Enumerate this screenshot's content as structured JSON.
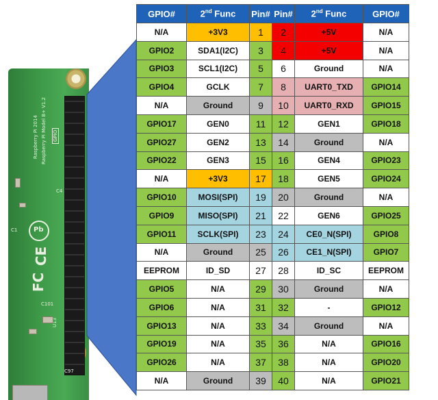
{
  "colors": {
    "header": "#1f63b8",
    "white": "#ffffff",
    "green": "#92c94a",
    "orange": "#ffbe00",
    "red": "#f40000",
    "gray": "#bdbdbd",
    "pink": "#e6b0b2",
    "blue": "#a4d4e0",
    "wedge": "#4a77c8"
  },
  "table": {
    "headers": {
      "gpio_left": "GPIO#",
      "func_left_prefix": "2",
      "func_left_sup": "nd",
      "func_left_suffix": " Func",
      "pin_left": "Pin#",
      "pin_right": "Pin#",
      "func_right_prefix": "2",
      "func_right_sup": "nd",
      "func_right_suffix": " Func",
      "gpio_right": "GPIO#"
    },
    "rows": [
      {
        "lg": "N/A",
        "lgc": "white",
        "lf": "+3V3",
        "lfc": "orange",
        "lp": "1",
        "lpc": "orange",
        "rp": "2",
        "rpc": "red",
        "rf": "+5V",
        "rfc": "red",
        "rg": "N/A",
        "rgc": "white"
      },
      {
        "lg": "GPIO2",
        "lgc": "green",
        "lf": "SDA1(I2C)",
        "lfc": "white",
        "lp": "3",
        "lpc": "green",
        "rp": "4",
        "rpc": "red",
        "rf": "+5V",
        "rfc": "red",
        "rg": "N/A",
        "rgc": "white"
      },
      {
        "lg": "GPIO3",
        "lgc": "green",
        "lf": "SCL1(I2C)",
        "lfc": "white",
        "lp": "5",
        "lpc": "green",
        "rp": "6",
        "rpc": "white",
        "rf": "Ground",
        "rfc": "white",
        "rg": "N/A",
        "rgc": "white"
      },
      {
        "lg": "GPIO4",
        "lgc": "green",
        "lf": "GCLK",
        "lfc": "white",
        "lp": "7",
        "lpc": "green",
        "rp": "8",
        "rpc": "pink",
        "rf": "UART0_TXD",
        "rfc": "pink",
        "rg": "GPIO14",
        "rgc": "green"
      },
      {
        "lg": "N/A",
        "lgc": "white",
        "lf": "Ground",
        "lfc": "gray",
        "lp": "9",
        "lpc": "gray",
        "rp": "10",
        "rpc": "pink",
        "rf": "UART0_RXD",
        "rfc": "pink",
        "rg": "GPIO15",
        "rgc": "green"
      },
      {
        "lg": "GPIO17",
        "lgc": "green",
        "lf": "GEN0",
        "lfc": "white",
        "lp": "11",
        "lpc": "green",
        "rp": "12",
        "rpc": "green",
        "rf": "GEN1",
        "rfc": "white",
        "rg": "GPIO18",
        "rgc": "green"
      },
      {
        "lg": "GPIO27",
        "lgc": "green",
        "lf": "GEN2",
        "lfc": "white",
        "lp": "13",
        "lpc": "green",
        "rp": "14",
        "rpc": "gray",
        "rf": "Ground",
        "rfc": "gray",
        "rg": "N/A",
        "rgc": "white"
      },
      {
        "lg": "GPIO22",
        "lgc": "green",
        "lf": "GEN3",
        "lfc": "white",
        "lp": "15",
        "lpc": "green",
        "rp": "16",
        "rpc": "green",
        "rf": "GEN4",
        "rfc": "white",
        "rg": "GPIO23",
        "rgc": "green"
      },
      {
        "lg": "N/A",
        "lgc": "white",
        "lf": "+3V3",
        "lfc": "orange",
        "lp": "17",
        "lpc": "orange",
        "rp": "18",
        "rpc": "green",
        "rf": "GEN5",
        "rfc": "white",
        "rg": "GPIO24",
        "rgc": "green"
      },
      {
        "lg": "GPIO10",
        "lgc": "green",
        "lf": "MOSI(SPI)",
        "lfc": "blue",
        "lp": "19",
        "lpc": "blue",
        "rp": "20",
        "rpc": "gray",
        "rf": "Ground",
        "rfc": "gray",
        "rg": "N/A",
        "rgc": "white"
      },
      {
        "lg": "GPIO9",
        "lgc": "green",
        "lf": "MISO(SPI)",
        "lfc": "blue",
        "lp": "21",
        "lpc": "blue",
        "rp": "22",
        "rpc": "white",
        "rf": "GEN6",
        "rfc": "white",
        "rg": "GPIO25",
        "rgc": "green"
      },
      {
        "lg": "GPIO11",
        "lgc": "green",
        "lf": "SCLK(SPI)",
        "lfc": "blue",
        "lp": "23",
        "lpc": "blue",
        "rp": "24",
        "rpc": "blue",
        "rf": "CE0_N(SPI)",
        "rfc": "blue",
        "rg": "GPIO8",
        "rgc": "green"
      },
      {
        "lg": "N/A",
        "lgc": "white",
        "lf": "Ground",
        "lfc": "gray",
        "lp": "25",
        "lpc": "gray",
        "rp": "26",
        "rpc": "blue",
        "rf": "CE1_N(SPI)",
        "rfc": "blue",
        "rg": "GPIO7",
        "rgc": "green"
      },
      {
        "lg": "EEPROM",
        "lgc": "white",
        "lf": "ID_SD",
        "lfc": "white",
        "lp": "27",
        "lpc": "white",
        "rp": "28",
        "rpc": "white",
        "rf": "ID_SC",
        "rfc": "white",
        "rg": "EEPROM",
        "rgc": "white"
      },
      {
        "lg": "GPIO5",
        "lgc": "green",
        "lf": "N/A",
        "lfc": "white",
        "lp": "29",
        "lpc": "green",
        "rp": "30",
        "rpc": "gray",
        "rf": "Ground",
        "rfc": "gray",
        "rg": "N/A",
        "rgc": "white"
      },
      {
        "lg": "GPIO6",
        "lgc": "green",
        "lf": "N/A",
        "lfc": "white",
        "lp": "31",
        "lpc": "green",
        "rp": "32",
        "rpc": "green",
        "rf": "-",
        "rfc": "white",
        "rg": "GPIO12",
        "rgc": "green"
      },
      {
        "lg": "GPIO13",
        "lgc": "green",
        "lf": "N/A",
        "lfc": "white",
        "lp": "33",
        "lpc": "green",
        "rp": "34",
        "rpc": "gray",
        "rf": "Ground",
        "rfc": "gray",
        "rg": "N/A",
        "rgc": "white"
      },
      {
        "lg": "GPIO19",
        "lgc": "green",
        "lf": "N/A",
        "lfc": "white",
        "lp": "35",
        "lpc": "green",
        "rp": "36",
        "rpc": "green",
        "rf": "N/A",
        "rfc": "white",
        "rg": "GPIO16",
        "rgc": "green"
      },
      {
        "lg": "GPIO26",
        "lgc": "green",
        "lf": "N/A",
        "lfc": "white",
        "lp": "37",
        "lpc": "green",
        "rp": "38",
        "rpc": "green",
        "rf": "N/A",
        "rfc": "white",
        "rg": "GPIO20",
        "rgc": "green"
      },
      {
        "lg": "N/A",
        "lgc": "white",
        "lf": "Ground",
        "lfc": "gray",
        "lp": "39",
        "lpc": "gray",
        "rp": "40",
        "rpc": "green",
        "rf": "N/A",
        "rfc": "white",
        "rg": "GPIO21",
        "rgc": "green"
      }
    ]
  },
  "board": {
    "silk_top": "Raspberry Pi Model B+ V1.2",
    "silk_year": "Raspberry Pi 2014",
    "silk_gpio": "GPIO",
    "silk_c1": "C1",
    "silk_c4": "C4",
    "silk_c97": "C97",
    "silk_c101": "C101",
    "silk_u13": "U13",
    "logo_ce": "CE",
    "logo_fc": "FC",
    "logo_pb": "Pb"
  }
}
